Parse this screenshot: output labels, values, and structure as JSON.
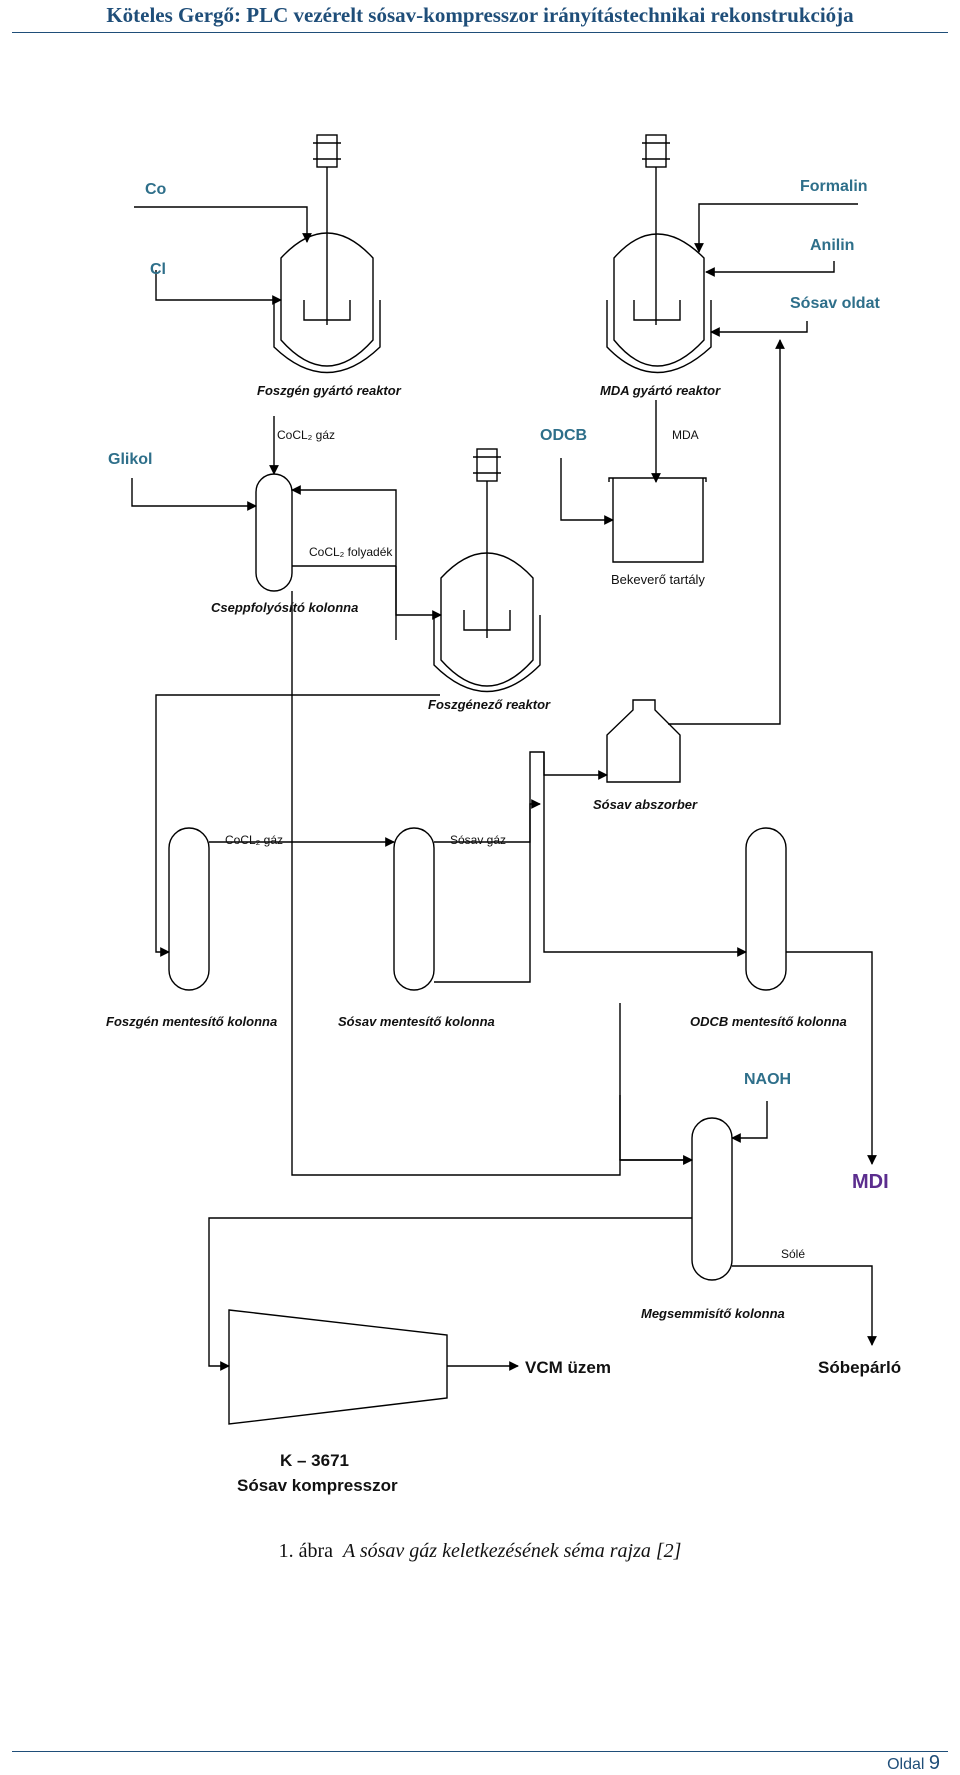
{
  "header": {
    "title": "Köteles Gergő: PLC vezérelt sósav-kompresszor irányítástechnikai rekonstrukciója"
  },
  "inputs": {
    "co": "Co",
    "cl": "Cl",
    "formalin": "Formalin",
    "anilin": "Anilin",
    "sosav_oldat": "Sósav oldat",
    "glikol": "Glikol",
    "odcb": "ODCB",
    "naoh": "NAOH"
  },
  "equipment": {
    "foszgen_gyarto": "Foszgén gyártó reaktor",
    "mda_gyarto": "MDA gyártó reaktor",
    "cseppfolyosito": "Cseppfolyósító kolonna",
    "bekevero": "Bekeverő tartály",
    "foszgenezo": "Foszgénező reaktor",
    "sosav_abszorber": "Sósav abszorber",
    "foszgen_mentesito": "Foszgén mentesítő kolonna",
    "sosav_mentesito": "Sósav mentesítő kolonna",
    "odcb_mentesito": "ODCB mentesítő kolonna",
    "megsemmisito": "Megsemmisítő kolonna",
    "kompresszor_id": "K – 3671",
    "kompresszor_name": "Sósav kompresszor"
  },
  "streams": {
    "cocl2_gaz_1": "CoCL₂ gáz",
    "mda": "MDA",
    "cocl2_folyadek": "CoCL₂ folyadék",
    "cocl2_gaz_2": "CoCL₂ gáz",
    "sosav_gaz": "Sósav gáz",
    "sole": "Sólé"
  },
  "outputs": {
    "mdi": "MDI",
    "vcm": "VCM üzem",
    "sobeparlo": "Sóbepárló"
  },
  "caption": {
    "number": "1. ábra",
    "text": "A sósav gáz keletkezésének séma rajza [2]"
  },
  "footer": {
    "label": "Oldal",
    "page": "9"
  },
  "colors": {
    "header": "#1f4e79",
    "input_label": "#2e6f8a",
    "mdi": "#5b2d8e"
  }
}
